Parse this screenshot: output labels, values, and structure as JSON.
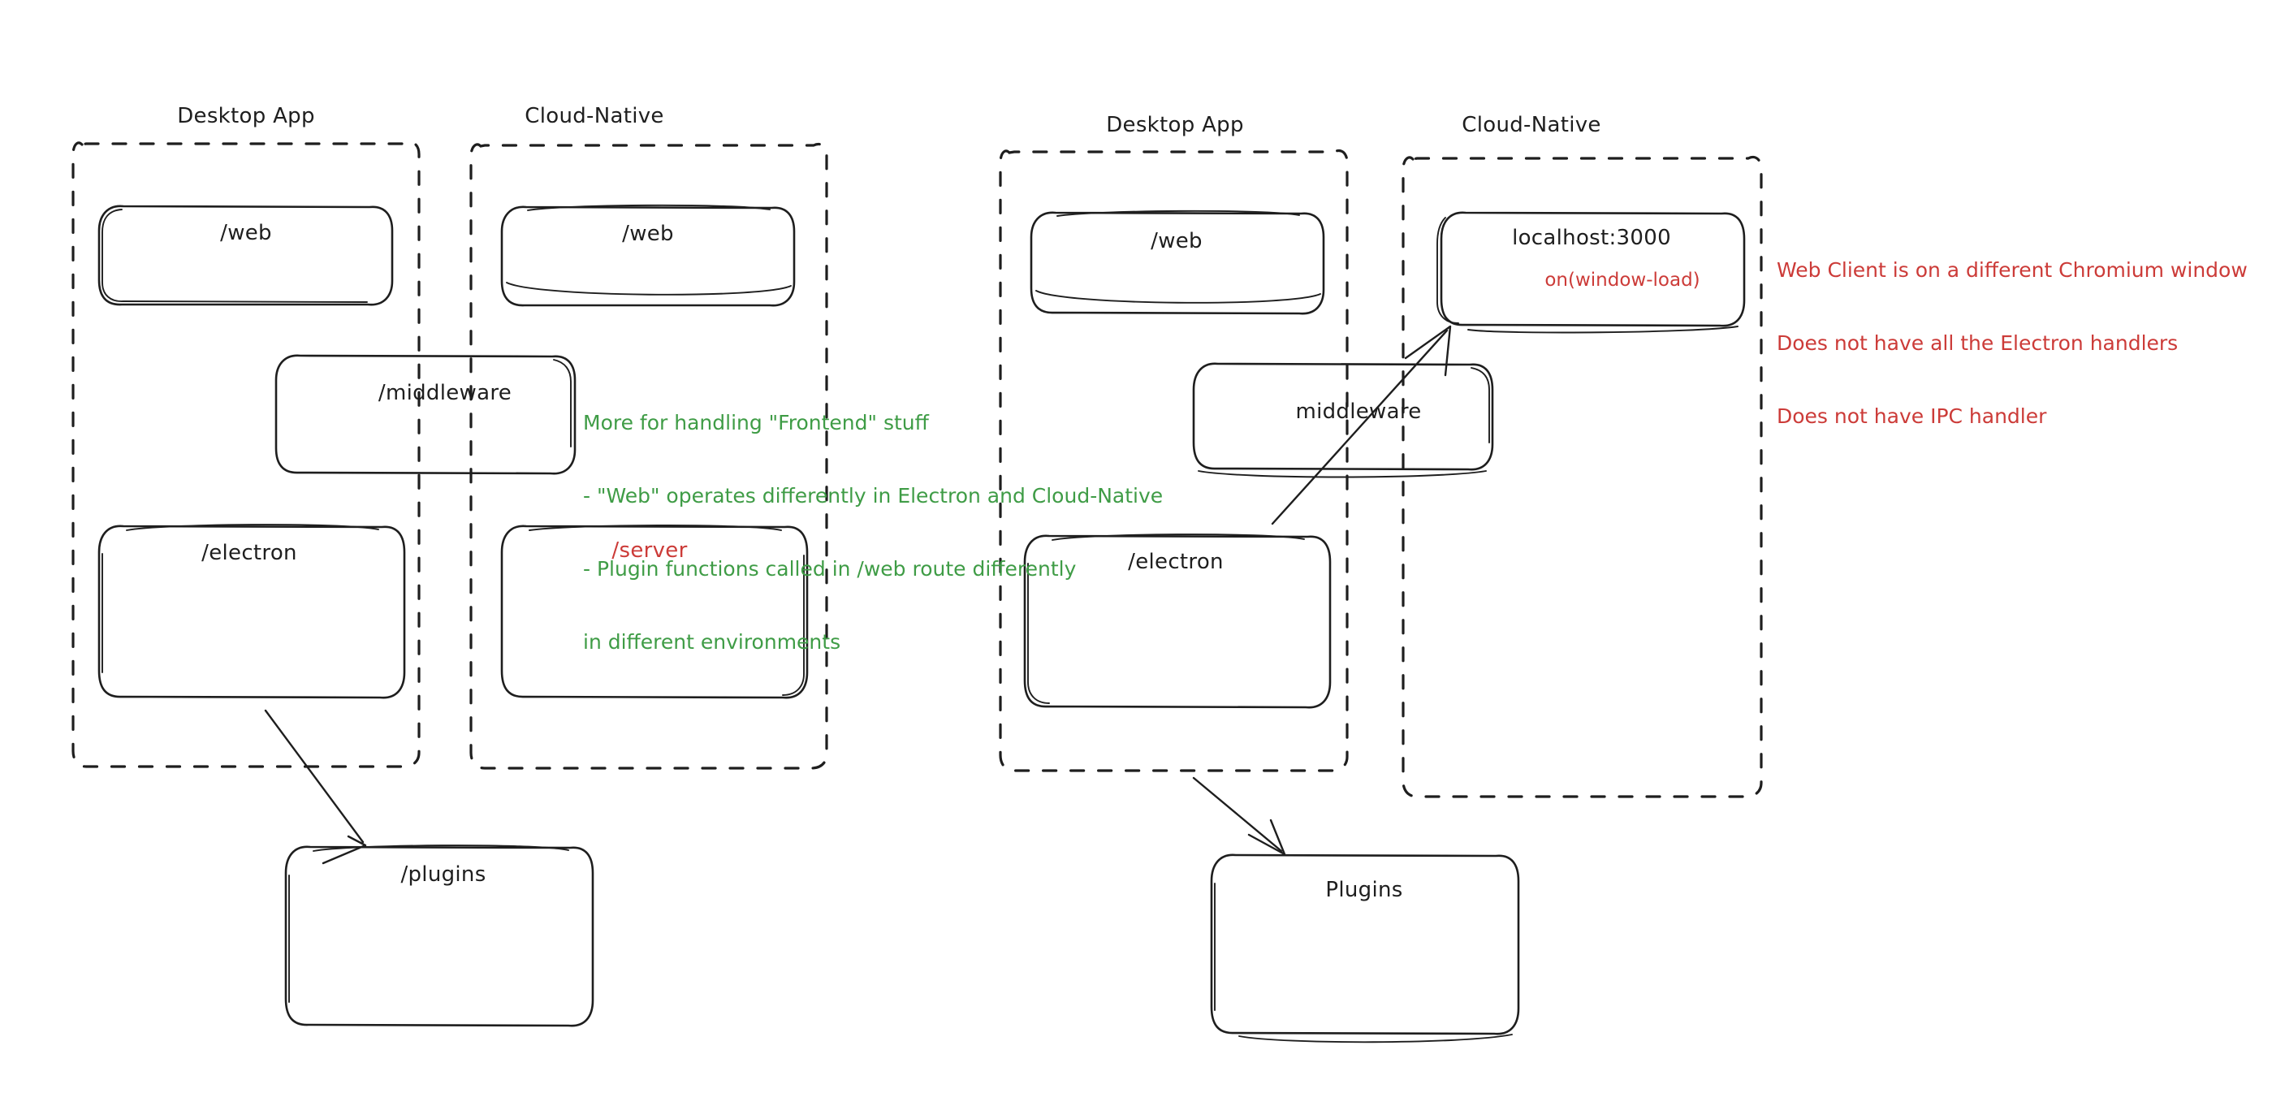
{
  "diagram": {
    "title_colors": {
      "ink": "#1e1e1e",
      "green": "#3f9c46",
      "red": "#cc3b38"
    },
    "left_panel": {
      "groups": [
        {
          "label": "Desktop App"
        },
        {
          "label": "Cloud-Native"
        }
      ],
      "nodes": [
        {
          "label": "/web"
        },
        {
          "label": "/web"
        },
        {
          "label": "/middleware"
        },
        {
          "label": "/electron"
        },
        {
          "label": "/server"
        },
        {
          "label": "/plugins"
        }
      ]
    },
    "right_panel": {
      "groups": [
        {
          "label": "Desktop App"
        },
        {
          "label": "Cloud-Native"
        }
      ],
      "nodes": [
        {
          "label": "/web"
        },
        {
          "label": "localhost:3000",
          "sublabel": "on(window-load)"
        },
        {
          "label": "middleware"
        },
        {
          "label": "/electron"
        },
        {
          "label": "Plugins"
        }
      ]
    },
    "annotations": {
      "green_note": [
        "More for handling \"Frontend\" stuff",
        "- \"Web\" operates differently in Electron and Cloud-Native",
        "- Plugin functions called in /web route differently",
        "in different environments"
      ],
      "red_note": [
        "Web Client is on a different Chromium window",
        "Does not have all the Electron handlers",
        "Does not have IPC handler"
      ]
    }
  }
}
